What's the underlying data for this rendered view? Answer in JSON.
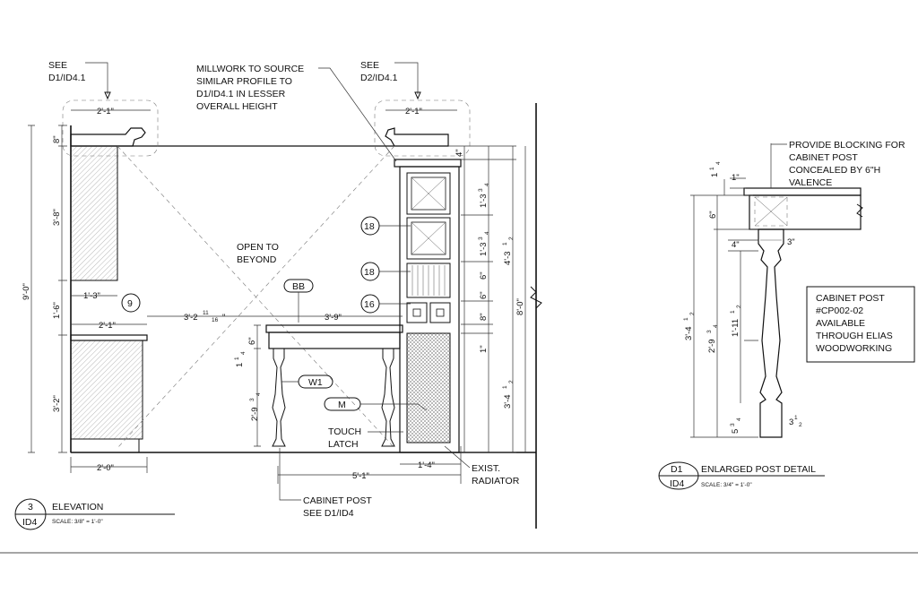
{
  "elevation": {
    "title": "ELEVATION",
    "view_number": "3",
    "sheet": "ID4",
    "scale": "SCALE: 3/8\" = 1'-0\""
  },
  "detail": {
    "title": "ENLARGED POST DETAIL",
    "view_number": "D1",
    "sheet": "ID4",
    "scale": "SCALE: 3/4\" = 1'-0\""
  },
  "notes": {
    "see_d1_l1": "SEE",
    "see_d1_l2": "D1/ID4.1",
    "see_d2_l1": "SEE",
    "see_d2_l2": "D2/ID4.1",
    "millwork_l1": "MILLWORK TO SOURCE",
    "millwork_l2": "SIMILAR PROFILE TO",
    "millwork_l3": "D1/ID4.1 IN LESSER",
    "millwork_l4": "OVERALL HEIGHT",
    "open_l1": "OPEN TO",
    "open_l2": "BEYOND",
    "touch_l1": "TOUCH",
    "touch_l2": "LATCH",
    "exist_l1": "EXIST.",
    "exist_l2": "RADIATOR",
    "post_l1": "CABINET POST",
    "post_l2": "SEE D1/ID4",
    "block_l1": "PROVIDE BLOCKING FOR",
    "block_l2": "CABINET POST",
    "block_l3": "CONCEALED BY 6\"H",
    "block_l4": "VALENCE",
    "cp_l1": "CABINET POST",
    "cp_l2": "#CP002-02",
    "cp_l3": "AVAILABLE",
    "cp_l4": "THROUGH ELIAS",
    "cp_l5": "WOODWORKING"
  },
  "tags": {
    "bb": "BB",
    "w1": "W1",
    "m": "M",
    "k9": "9",
    "k18a": "18",
    "k18b": "18",
    "k16": "16"
  },
  "dims": {
    "top_left": "2'-1\"",
    "top_right": "2'-1\"",
    "h8": "8\"",
    "h38": "3'-8\"",
    "h90": "9'-0\"",
    "h16": "1'-6\"",
    "h32": "3'-2\"",
    "w13": "1'-3\"",
    "w21": "2'-1\"",
    "w20": "2'-0\"",
    "w3211": "3'-2",
    "w3211_num": "11",
    "w3211_den": "16",
    "w39": "3'-9\"",
    "h6": "6\"",
    "h114": "1",
    "h114_num": "1",
    "h114_den": "4",
    "h294": "2'-9",
    "h294_num": "3",
    "h294_den": "4",
    "w51": "5'-1\"",
    "w14": "1'-4\"",
    "r4": "4\"",
    "r134a": "1'-3",
    "r134a_num": "3",
    "r134a_den": "4",
    "r134b": "1'-3",
    "r134b_num": "3",
    "r134b_den": "4",
    "r6a": "6\"",
    "r6b": "6\"",
    "r8": "8\"",
    "r1": "1\"",
    "r4312": "4'-3",
    "r4312_num": "1",
    "r4312_den": "2",
    "r3412": "3'-4",
    "r3412_num": "1",
    "r3412_den": "2",
    "r80": "8'-0\"",
    "d_114": "1",
    "d_114_num": "1",
    "d_114_den": "4",
    "d_1": "1\"",
    "d_6": "6\"",
    "d_4": "4\"",
    "d_3": "3\"",
    "d_3412": "3'-4",
    "d_3412_num": "1",
    "d_3412_den": "2",
    "d_2934": "2'-9",
    "d_2934_num": "3",
    "d_2934_den": "4",
    "d_11112": "1'-11",
    "d_11112_num": "1",
    "d_11112_den": "2",
    "d_534": "5",
    "d_534_num": "3",
    "d_534_den": "4",
    "d_312": "3",
    "d_312_num": "1",
    "d_312_den": "2"
  }
}
